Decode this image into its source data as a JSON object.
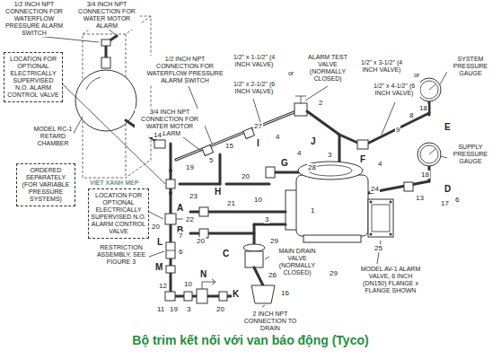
{
  "diagram": {
    "caption": "Bộ trim kết nối với van báo động (Tyco)",
    "nodes": [
      {
        "text": [
          "LOCATION FOR OPTIONAL ELECTRICALLY SUPERVISED N.O. ALARM CONTROL VALVE"
        ]
      },
      {
        "text": [
          "ORDERED SEPARATELY (FOR VARIABLE PRESSURE SYSTEMS)"
        ]
      },
      {
        "text": [
          "LOCATION FOR OPTIONAL ELECTRICALLY SUPERVISED N.O. ALARM CONTROL VALVE"
        ]
      }
    ],
    "labels": [
      "1/2 INCH NPT CONNECTION FOR WATERFLOW PRESSURE ALARM SWITCH",
      "3/4 INCH NPT CONNECTION FOR WATER MOTOR ALARM",
      "MODEL RC-1 RETARD CHAMBER",
      "1/2 INCH NPT CONNECTION FOR WATERFLOW PRESSURE ALARM SWITCH",
      "3/4 INCH NPT CONNECTION FOR WATER MOTOR ALARM",
      "1/2\" x 1-1/2\" (4 INCH VALVE)",
      "or",
      "1/2\" x 2-1/2\" (6 INCH VALVE)",
      "ALARM TEST VALVE (NORMALLY CLOSED)",
      "1/2\" x 3-1/2\" (4 INCH VALVE)",
      "or",
      "1/2\" x 4-1/2\" (6 INCH VALVE)",
      "SYSTEM PRESSURE GAUGE",
      "SUPPLY PRESSURE GAUGE",
      "RESTRICTION ASSEMBLY, SEE FIGURE 3",
      "MAIN DRAIN VALVE (NORMALLY CLOSED)",
      "MODEL AV-1 ALARM VALVE, 6 INCH (DN150) FLANGE x FLANGE SHOWN",
      "2 INCH NPT CONNECTION TO DRAIN",
      "A",
      "B",
      "C",
      "D",
      "E",
      "F",
      "G",
      "H",
      "I",
      "J",
      "K",
      "L",
      "M",
      "N",
      "14",
      "15",
      "19",
      "5",
      "27",
      "4",
      "2",
      "4",
      "28",
      "3",
      "4",
      "8",
      "9",
      "18",
      "6",
      "13",
      "17",
      "18",
      "20",
      "21",
      "10",
      "3",
      "23",
      "22",
      "20",
      "29",
      "29",
      "1",
      "24",
      "25",
      "20",
      "7",
      "6",
      "12",
      "11",
      "19",
      "3",
      "20",
      "26",
      "16",
      "10",
      "VIỆT XANH MEP"
    ]
  }
}
